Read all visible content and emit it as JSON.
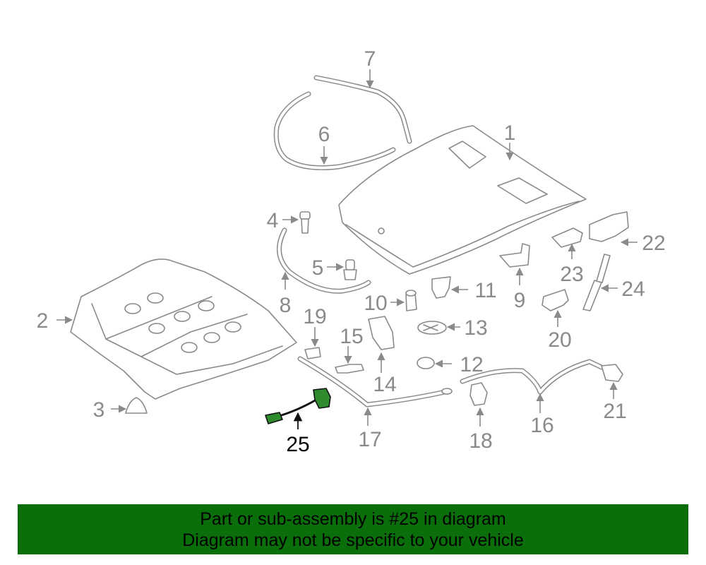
{
  "diagram": {
    "highlight_color": "#2e8b2e",
    "banner_color": "#0a6e0a",
    "callouts": {
      "c1": "1",
      "c2": "2",
      "c3": "3",
      "c4": "4",
      "c5": "5",
      "c6": "6",
      "c7": "7",
      "c8": "8",
      "c9": "9",
      "c10": "10",
      "c11": "11",
      "c12": "12",
      "c13": "13",
      "c14": "14",
      "c15": "15",
      "c16": "16",
      "c17": "17",
      "c18": "18",
      "c19": "19",
      "c20": "20",
      "c21": "21",
      "c22": "22",
      "c23": "23",
      "c24": "24",
      "c25": "25"
    },
    "highlighted_part": "25"
  },
  "banner": {
    "line1": "Part or sub-assembly is #25 in diagram",
    "line2": "Diagram may not be specific to your vehicle"
  }
}
